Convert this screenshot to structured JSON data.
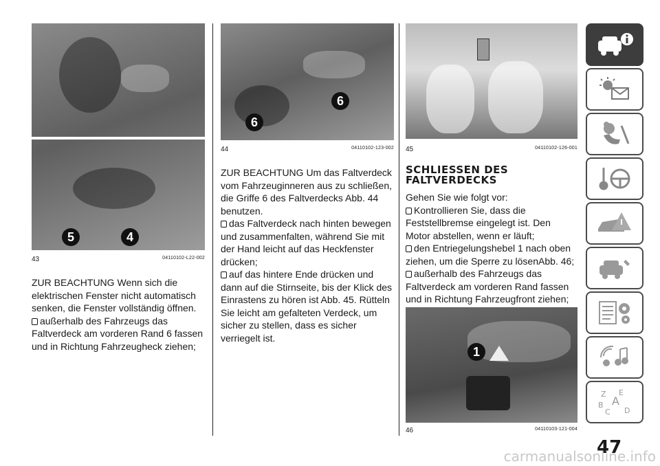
{
  "columns": [
    {
      "figures": [
        {
          "number": "43",
          "code": "04110102-L22-002",
          "callouts": [
            "5",
            "4"
          ]
        }
      ],
      "paragraphs": [
        {
          "bullet": false,
          "text": "ZUR BEACHTUNG Wenn sich die elektrischen Fenster nicht automatisch senken, die Fenster vollständig öffnen."
        },
        {
          "bullet": true,
          "text": "außerhalb des Fahrzeugs das Faltverdeck am vorderen Rand 6 fassen und in Richtung Fahrzeugheck ziehen;"
        }
      ]
    },
    {
      "figures": [
        {
          "number": "44",
          "code": "04110102-123-002",
          "callouts": [
            "6",
            "6"
          ]
        }
      ],
      "paragraphs": [
        {
          "bullet": false,
          "text": "ZUR BEACHTUNG Um das Faltverdeck vom Fahrzeuginneren aus zu schließen, die Griffe 6 des Faltverdecks Abb. 44 benutzen."
        },
        {
          "bullet": true,
          "text": "das Faltverdeck nach hinten bewegen und zusammenfalten, während Sie mit der Hand leicht auf das Heckfenster drücken;"
        },
        {
          "bullet": true,
          "text": "auf das hintere Ende drücken und dann auf die Stirnseite, bis der Klick des Einrastens zu hören ist Abb. 45. Rütteln Sie leicht am gefalteten Verdeck, um sicher zu stellen, dass es sicher verriegelt ist."
        }
      ]
    },
    {
      "figures": [
        {
          "number": "45",
          "code": "04110102-126-001",
          "callouts": []
        },
        {
          "number": "46",
          "code": "04110103-121-004",
          "callouts": [
            "1"
          ]
        }
      ],
      "heading": "SCHLIESSEN DES FALTVERDECKS",
      "paragraphs": [
        {
          "bullet": false,
          "text": "Gehen Sie wie folgt vor:"
        },
        {
          "bullet": true,
          "text": "Kontrollieren Sie, dass die Feststellbremse eingelegt ist. Den Motor abstellen, wenn er läuft;"
        },
        {
          "bullet": true,
          "text": "den Entriegelungshebel 1 nach oben ziehen, um die Sperre zu lösenAbb. 46;"
        },
        {
          "bullet": true,
          "text": "außerhalb des Fahrzeugs das Faltverdeck am vorderen Rand fassen und in Richtung Fahrzeugfront ziehen;"
        }
      ]
    }
  ],
  "sidebar": {
    "tabs": [
      {
        "icon": "car-info-icon",
        "active": true
      },
      {
        "icon": "warning-lights-icon",
        "active": false
      },
      {
        "icon": "airbag-safety-icon",
        "active": false
      },
      {
        "icon": "key-steering-wheel-icon",
        "active": false
      },
      {
        "icon": "road-emergency-icon",
        "active": false
      },
      {
        "icon": "car-maintenance-icon",
        "active": false
      },
      {
        "icon": "technical-data-icon",
        "active": false
      },
      {
        "icon": "multimedia-icon",
        "active": false
      },
      {
        "icon": "alphabetical-index-icon",
        "active": false
      }
    ],
    "tab_letters": "ZEBACD"
  },
  "page_number": "47",
  "watermark": "carmanualsonline.info",
  "colors": {
    "active_tab": "#3d3d3d",
    "text": "#1a1a1a"
  }
}
